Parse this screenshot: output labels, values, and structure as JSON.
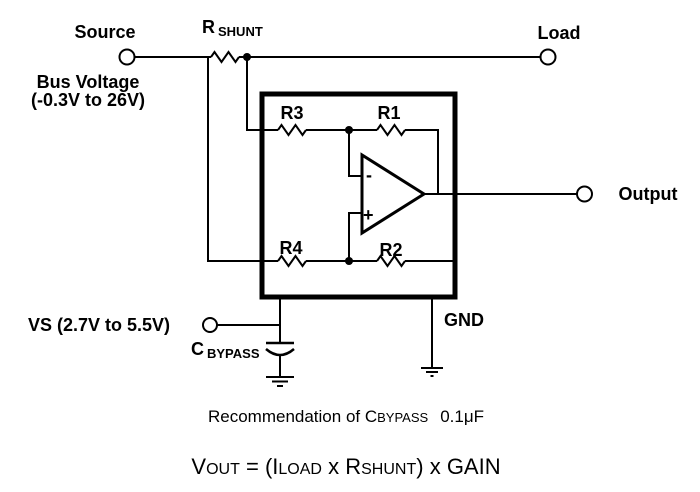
{
  "page": {
    "background": "#ffffff",
    "ink": "#000000"
  },
  "terminals": {
    "source": "Source",
    "load": "Load",
    "output": "Output"
  },
  "labels": {
    "bus_voltage_1": "Bus Voltage",
    "bus_voltage_2": "(-0.3V to 26V)",
    "vs": "VS (2.7V to 5.5V)",
    "gnd": "GND",
    "r_shunt_main": "R",
    "r_shunt_sub": "SHUNT",
    "c_bypass_main": "C",
    "c_bypass_sub": "BYPASS",
    "r1": "R1",
    "r2": "R2",
    "r3": "R3",
    "r4": "R4"
  },
  "opamp": {
    "inverting": "-",
    "noninverting": "+"
  },
  "recommendation": {
    "prefix": "Recommendation of C",
    "sub": "BYPASS",
    "value": "0.1μF"
  },
  "formula": {
    "lhs_main": "V",
    "lhs_sub": "OUT",
    "equals_open": "= (",
    "i_main": "I",
    "i_sub": "LOAD",
    "times1": "x",
    "r_main": "R",
    "r_sub": "SHUNT",
    "close": ")",
    "times2": "x",
    "gain": "GAIN"
  }
}
